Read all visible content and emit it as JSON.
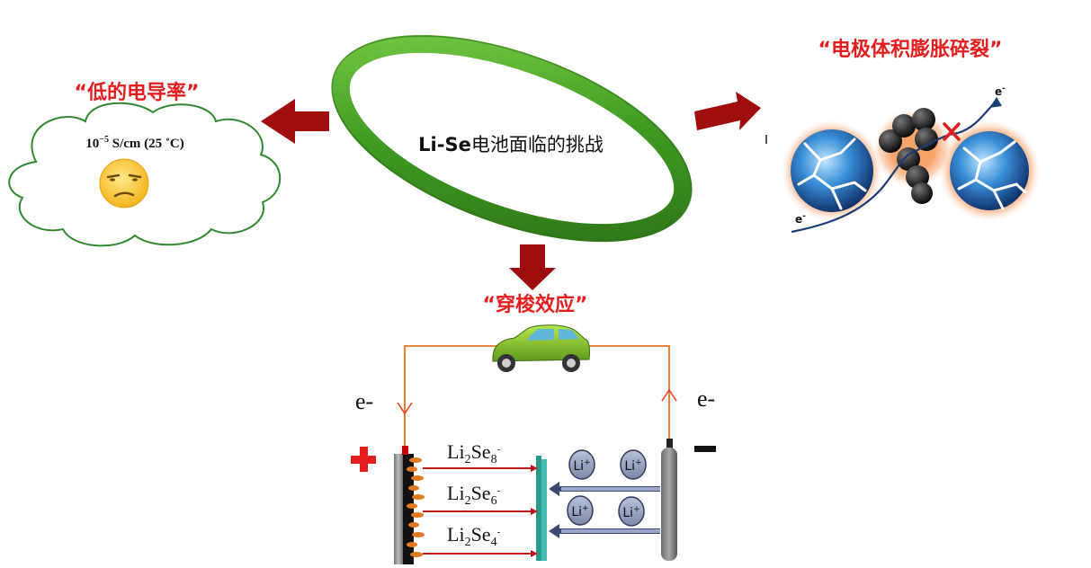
{
  "center": {
    "title_bold": "Li-Se",
    "title_rest": "电池面临的挑战"
  },
  "left": {
    "title": "“低的电导率”",
    "conductivity": "10",
    "exponent": "−5",
    "unit": " S/cm (25 ˚C)"
  },
  "right": {
    "title": "“电极体积膨胀碎裂”",
    "electron_label": "e",
    "electron_sup": "-"
  },
  "bottom": {
    "title": "“穿梭效应”",
    "e_left": "e-",
    "e_right": "e-",
    "polysulfides": [
      {
        "base": "Li",
        "sub1": "2",
        "mid": "Se",
        "sub2": "8",
        "sup": "-"
      },
      {
        "base": "Li",
        "sub1": "2",
        "mid": "Se",
        "sub2": "6",
        "sup": "-"
      },
      {
        "base": "Li",
        "sub1": "2",
        "mid": "Se",
        "sub2": "4",
        "sup": "-"
      }
    ],
    "li_ion": "Li",
    "li_sup": "+"
  },
  "colors": {
    "accent_red": "#e41e1e",
    "arrow_dark_red": "#a00d0d",
    "ring_green": "#4aa52e",
    "wire_orange": "#e8843a",
    "separator_teal": "#33a89a"
  }
}
